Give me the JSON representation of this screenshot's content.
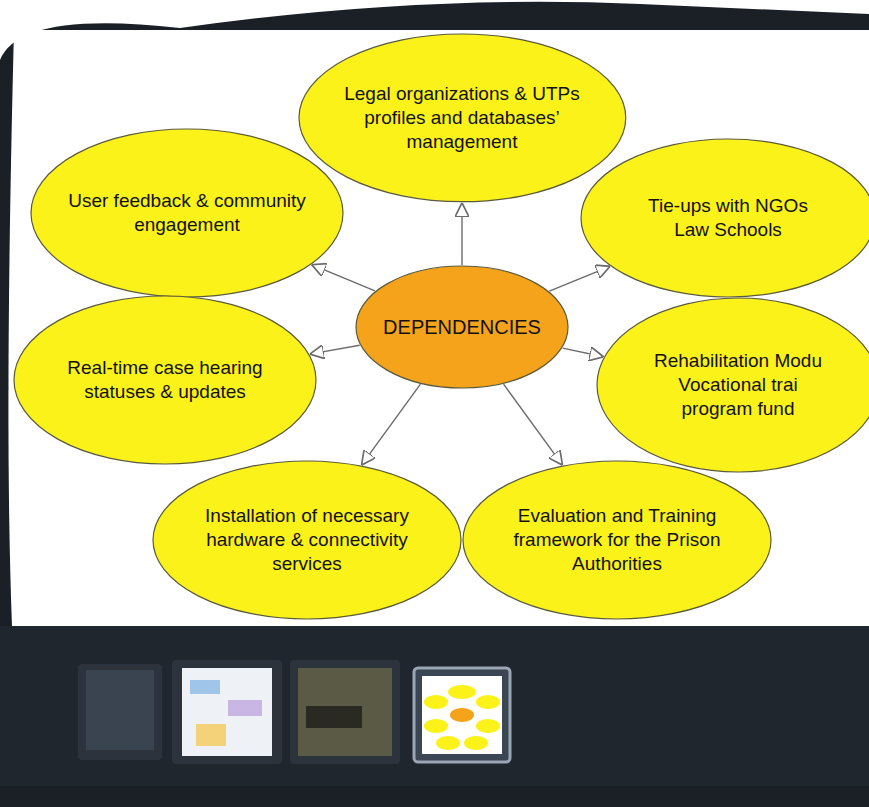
{
  "diagram": {
    "nodes": [
      {
        "text": [
          "Legal organizations & UTPs profiles and databases’ management"
        ]
      },
      {
        "text": [
          "User feedback & community engagement"
        ]
      },
      {
        "text": [
          "Tie-ups with NGOs Law Schools"
        ]
      },
      {
        "text": [
          "DEPENDENCIES"
        ]
      },
      {
        "text": [
          "Real-time case hearing statuses & updates"
        ]
      },
      {
        "text": [
          "Rehabilitation Modu Vocational trai program fund"
        ]
      },
      {
        "text": [
          "Installation of necessary hardware & connectivity services"
        ]
      },
      {
        "text": [
          "Evaluation and Training framework for the Prison Authorities"
        ]
      }
    ],
    "edges": [
      {
        "from": 3,
        "to": 0,
        "arrow": "to"
      },
      {
        "from": 3,
        "to": 1,
        "arrow": "to"
      },
      {
        "from": 3,
        "to": 2,
        "arrow": "to"
      },
      {
        "from": 3,
        "to": 4,
        "arrow": "to"
      },
      {
        "from": 3,
        "to": 5,
        "arrow": "to"
      },
      {
        "from": 3,
        "to": 6,
        "arrow": "to"
      },
      {
        "from": 3,
        "to": 7,
        "arrow": "to"
      }
    ]
  }
}
